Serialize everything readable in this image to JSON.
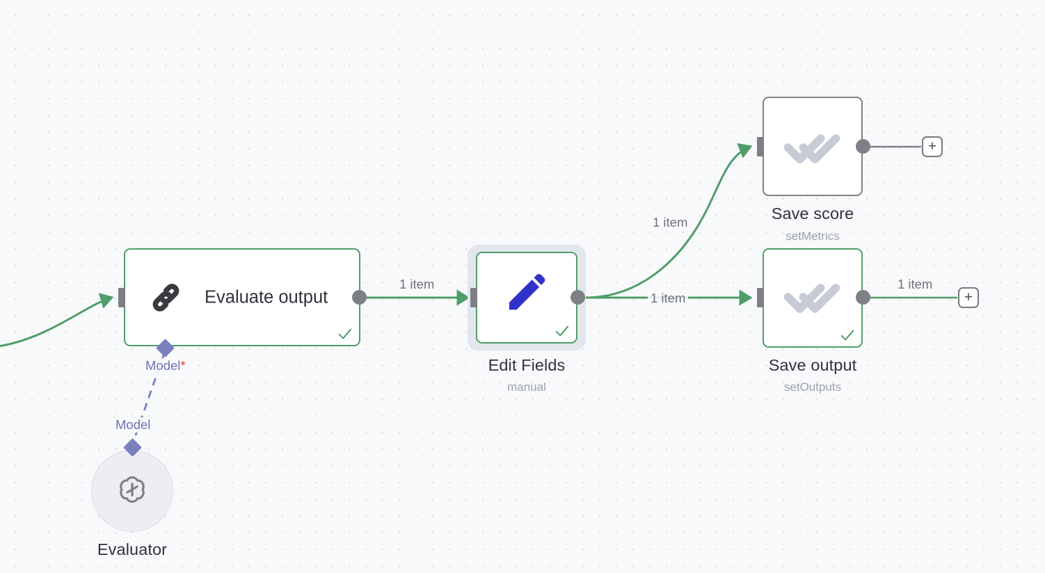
{
  "canvas": {
    "background_color": "#F8F9FB",
    "grid_dot_color": "#D8DAE0",
    "accent_success": "#4F9D69",
    "accent_gray": "#7E8086",
    "accent_purple": "#7A7FBE",
    "accent_required": "#E4372B",
    "icon_edit_color": "#2F31C9",
    "icon_link_color": "#3B3B3F",
    "icon_check_stack_color": "#C6CBD6"
  },
  "nodes": [
    {
      "id": "evaluate-output",
      "title": "Evaluate output",
      "subtitle": "",
      "icon": "link-icon",
      "shape": "rect",
      "border": "success",
      "has_check": true
    },
    {
      "id": "edit-fields",
      "title": "Edit Fields",
      "subtitle": "manual",
      "icon": "pencil-icon",
      "shape": "square",
      "border": "success",
      "has_check": true,
      "selected": true
    },
    {
      "id": "save-score",
      "title": "Save score",
      "subtitle": "setMetrics",
      "icon": "double-check-icon",
      "shape": "square",
      "border": "gray",
      "has_check": false
    },
    {
      "id": "save-output",
      "title": "Save output",
      "subtitle": "setOutputs",
      "icon": "double-check-icon",
      "shape": "square",
      "border": "success",
      "has_check": true
    },
    {
      "id": "evaluator",
      "title": "Evaluator",
      "subtitle": "",
      "icon": "openai-icon",
      "shape": "circle",
      "border": "gray",
      "has_check": false
    }
  ],
  "edges": [
    {
      "id": "in-to-evaluate",
      "label": "",
      "color": "success"
    },
    {
      "id": "evaluate-to-edit",
      "label": "1 item",
      "color": "success"
    },
    {
      "id": "edit-to-save-score",
      "label": "1 item",
      "color": "success"
    },
    {
      "id": "edit-to-save-output",
      "label": "1 item",
      "color": "success"
    },
    {
      "id": "save-score-to-plus",
      "label": "",
      "color": "gray"
    },
    {
      "id": "save-output-to-plus",
      "label": "1 item",
      "color": "success"
    }
  ],
  "connection_labels": {
    "model_required": "Model",
    "model_required_marker": "*",
    "model": "Model"
  },
  "buttons": {
    "add_label": "+"
  }
}
